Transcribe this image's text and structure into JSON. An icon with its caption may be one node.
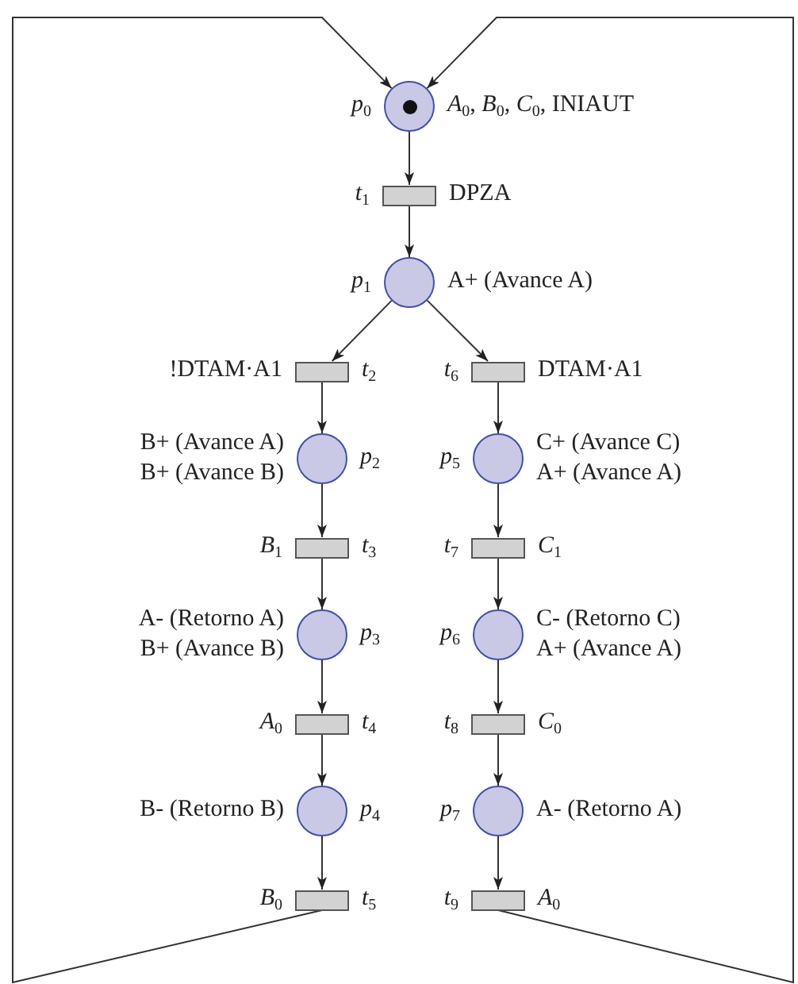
{
  "diagram": {
    "nodes": [
      {
        "text": [],
        "shape": "circle",
        "beside": [
          "*p*$_{0}$",
          "*A*$_{0}$, *B*$_{0}$, *C*$_{0}$, INIAUT"
        ]
      },
      {
        "text": [],
        "shape": "bar",
        "beside": [
          "*t*$_{1}$",
          "DPZA"
        ]
      },
      {
        "text": [],
        "shape": "circle",
        "beside": [
          "*p*$_{1}$",
          "A+ (Avance A)"
        ]
      },
      {
        "text": [],
        "shape": "bar",
        "beside": [
          "*t*$_{2}$",
          "!DTAM·A1"
        ]
      },
      {
        "text": [],
        "shape": "circle",
        "beside": [
          "*p*$_{2}$",
          "B+ (Avance A)",
          "B+ (Avance B)"
        ]
      },
      {
        "text": [],
        "shape": "bar",
        "beside": [
          "*t*$_{3}$",
          "*B*$_{1}$"
        ]
      },
      {
        "text": [],
        "shape": "circle",
        "beside": [
          "*p*$_{3}$",
          "A- (Retorno A)",
          "B+ (Avance B)"
        ]
      },
      {
        "text": [],
        "shape": "bar",
        "beside": [
          "*t*$_{4}$",
          "*A*$_{0}$"
        ]
      },
      {
        "text": [],
        "shape": "circle",
        "beside": [
          "*p*$_{4}$",
          "B- (Retorno B)"
        ]
      },
      {
        "text": [],
        "shape": "bar",
        "beside": [
          "*t*$_{5}$",
          "*B*$_{0}$"
        ]
      },
      {
        "text": [],
        "shape": "bar",
        "beside": [
          "*t*$_{6}$",
          "DTAM·A1"
        ]
      },
      {
        "text": [],
        "shape": "circle",
        "beside": [
          "*p*$_{5}$",
          "C+ (Avance C)",
          "A+ (Avance A)"
        ]
      },
      {
        "text": [],
        "shape": "bar",
        "beside": [
          "*t*$_{7}$",
          "*C*$_{1}$"
        ]
      },
      {
        "text": [],
        "shape": "circle",
        "beside": [
          "*p*$_{6}$",
          "C- (Retorno C)",
          "A+ (Avance A)"
        ]
      },
      {
        "text": [],
        "shape": "bar",
        "beside": [
          "*t*$_{8}$",
          "*C*$_{0}$"
        ]
      },
      {
        "text": [],
        "shape": "circle",
        "beside": [
          "*p*$_{7}$",
          "A- (Retorno A)"
        ]
      },
      {
        "text": [],
        "shape": "bar",
        "beside": [
          "*t*$_{9}$",
          "*A*$_{0}$"
        ]
      }
    ],
    "edges": [
      {
        "from": 0,
        "to": 1,
        "arrow": "to"
      },
      {
        "from": 1,
        "to": 2,
        "arrow": "to"
      },
      {
        "from": 2,
        "to": 3,
        "arrow": "to"
      },
      {
        "from": 2,
        "to": 10,
        "arrow": "to"
      },
      {
        "from": 3,
        "to": 4,
        "arrow": "to"
      },
      {
        "from": 4,
        "to": 5,
        "arrow": "to"
      },
      {
        "from": 5,
        "to": 6,
        "arrow": "to"
      },
      {
        "from": 6,
        "to": 7,
        "arrow": "to"
      },
      {
        "from": 7,
        "to": 8,
        "arrow": "to"
      },
      {
        "from": 8,
        "to": 9,
        "arrow": "to"
      },
      {
        "from": 10,
        "to": 11,
        "arrow": "to"
      },
      {
        "from": 11,
        "to": 12,
        "arrow": "to"
      },
      {
        "from": 12,
        "to": 13,
        "arrow": "to"
      },
      {
        "from": 13,
        "to": 14,
        "arrow": "to"
      },
      {
        "from": 14,
        "to": 15,
        "arrow": "to"
      },
      {
        "from": 15,
        "to": 16,
        "arrow": "to"
      },
      {
        "from": 9,
        "to": 0,
        "arrow": "to"
      },
      {
        "from": 16,
        "to": 0,
        "arrow": "to"
      }
    ]
  }
}
